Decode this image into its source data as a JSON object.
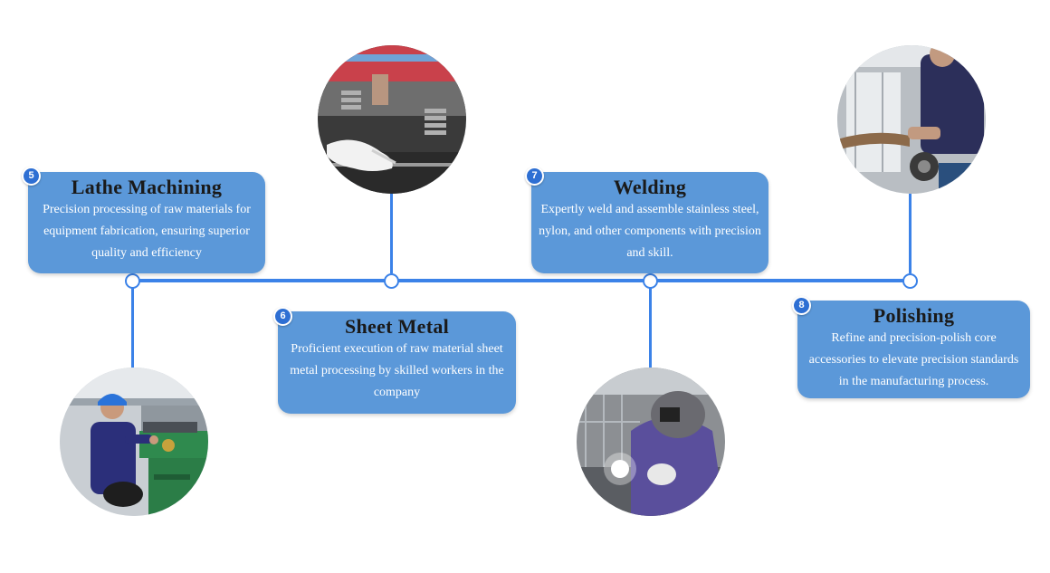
{
  "steps": [
    {
      "number": "5",
      "title": "Lathe Machining",
      "description": "Precision processing of raw materials for equipment fabrication, ensuring superior quality and efficiency",
      "photo_icon": "lathe-worker-photo"
    },
    {
      "number": "6",
      "title": "Sheet Metal",
      "description": "Proficient execution of raw material sheet metal processing by skilled workers in the company",
      "photo_icon": "sheet-metal-press-photo"
    },
    {
      "number": "7",
      "title": "Welding",
      "description": "Expertly weld and assemble stainless steel, nylon, and other components with precision and skill.",
      "photo_icon": "welder-photo"
    },
    {
      "number": "8",
      "title": "Polishing",
      "description": "Refine and precision-polish core accessories to elevate precision standards in the manufacturing process.",
      "photo_icon": "polishing-worker-photo"
    }
  ],
  "colors": {
    "accent": "#3b82e8",
    "card": "#5b98d9",
    "badge": "#2e6fd3",
    "title_text": "#1a1a1a",
    "desc_text": "#ffffff"
  }
}
